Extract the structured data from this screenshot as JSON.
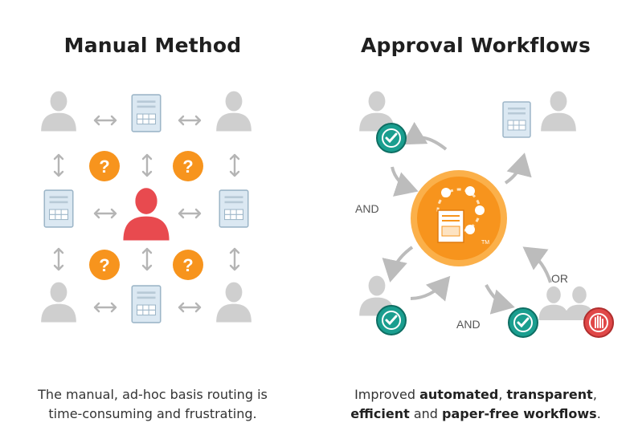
{
  "left": {
    "title": "Manual Method",
    "caption_line1": "The manual, ad-hoc basis routing is",
    "caption_line2": "time-consuming and frustrating.",
    "question_mark": "?"
  },
  "right": {
    "title": "Approval Workflows",
    "caption_prefix": "Improved ",
    "caption_bold1": "automated",
    "caption_sep1": ", ",
    "caption_bold2": "transparent",
    "caption_sep2": ",",
    "caption_bold3": "efficient",
    "caption_mid": " and ",
    "caption_bold4": "paper-free workflows",
    "caption_end": ".",
    "label_and_left": "AND",
    "label_and_bottom": "AND",
    "label_or": "OR",
    "trademark": "TM"
  },
  "colors": {
    "gray_person": "#cfcfcf",
    "red_person": "#e84a4f",
    "orange": "#f7941d",
    "teal": "#1a9e8f",
    "doc_fill": "#dbe8f2",
    "doc_stroke": "#9db6c8",
    "arrow": "#bcbcbc",
    "stop_red": "#e04848"
  }
}
